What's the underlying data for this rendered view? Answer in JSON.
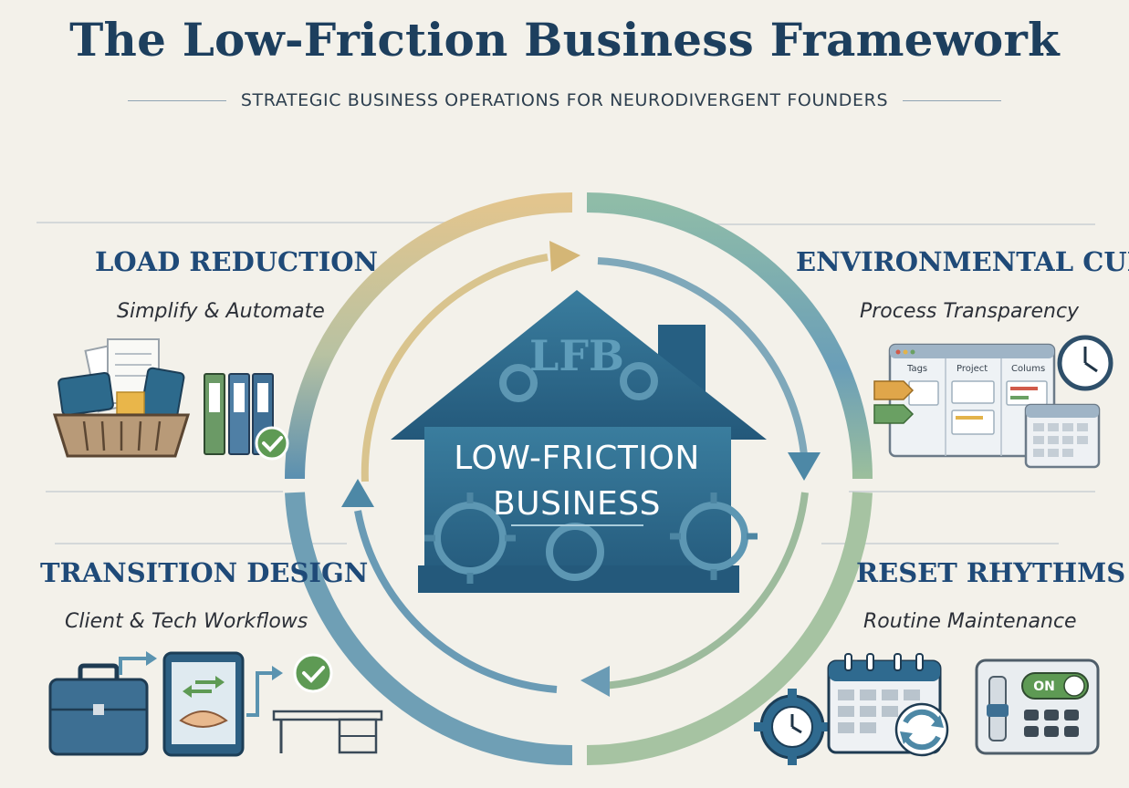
{
  "header": {
    "title": "The Low-Friction Business Framework",
    "subtitle": "STRATEGIC BUSINESS OPERATIONS FOR NEURODIVERGENT FOUNDERS"
  },
  "center": {
    "logo": "LFB",
    "label_line1": "LOW-FRICTION",
    "label_line2": "BUSINESS"
  },
  "sections": {
    "load_reduction": {
      "title": "LOAD REDUCTION",
      "subtitle": "Simplify & Automate"
    },
    "environmental_cues": {
      "title": "ENVIRONMENTAL CUES",
      "subtitle": "Process Transparency"
    },
    "transition_design": {
      "title": "TRANSITION DESIGN",
      "subtitle": "Client & Tech Workflows"
    },
    "reset_rhythms": {
      "title": "RESET RHYTHMS",
      "subtitle": "Routine Maintenance"
    }
  },
  "board": {
    "col1": "Tags",
    "col2": "Project",
    "col3": "Colums"
  },
  "switch": {
    "label": "ON"
  },
  "colors": {
    "navy": "#1d3f5e",
    "house": "#2f6e8f",
    "gold": "#dcc08a",
    "teal": "#8fb8a8",
    "blue": "#5a93b0",
    "green": "#5e9a54"
  }
}
